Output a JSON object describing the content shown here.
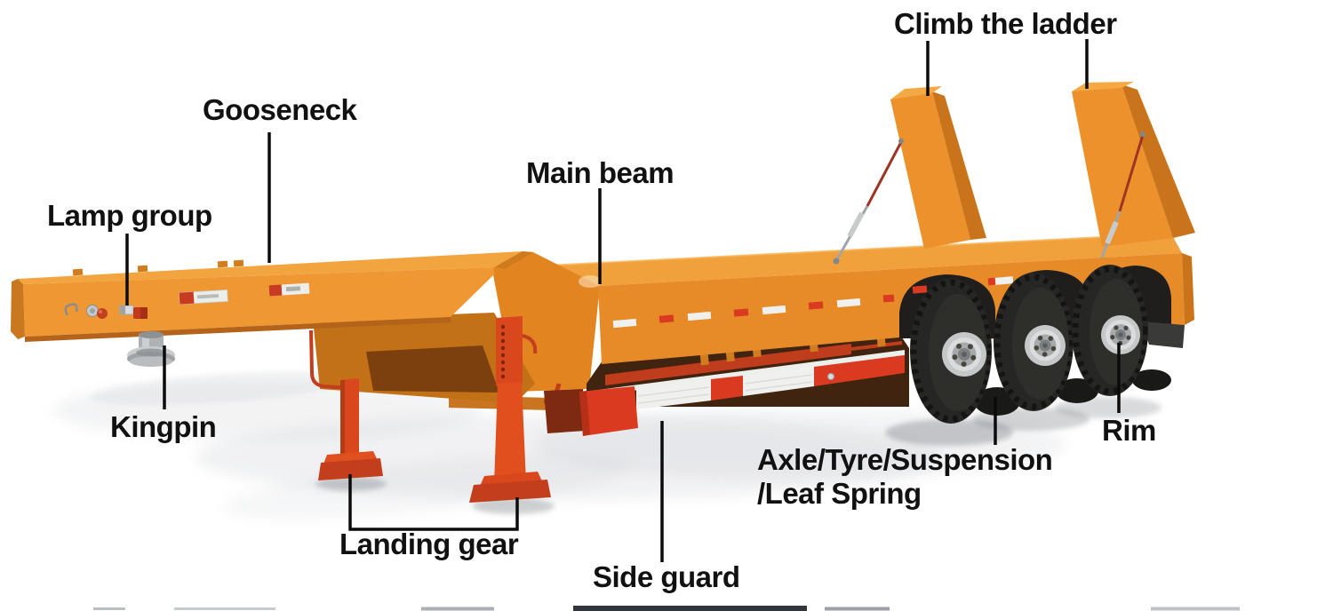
{
  "diagram": {
    "labels": {
      "climb_ladder": "Climb the ladder",
      "gooseneck": "Gooseneck",
      "main_beam": "Main beam",
      "lamp_group": "Lamp group",
      "kingpin": "Kingpin",
      "landing_gear": "Landing gear",
      "side_guard": "Side guard",
      "axle_line1": "Axle/Tyre/Suspension",
      "axle_line2": "/Leaf Spring",
      "rim": "Rim"
    },
    "colors": {
      "trailer_orange_side": "#E78B28",
      "trailer_orange_top": "#F0A13C",
      "accent_red": "#D8481C",
      "guard_red": "#D93A20",
      "guard_white": "#F0F1EE",
      "tyre_black": "#262624",
      "rim_silver": "#C8CBCC",
      "label_color": "#111111",
      "background": "#FFFFFF"
    }
  }
}
